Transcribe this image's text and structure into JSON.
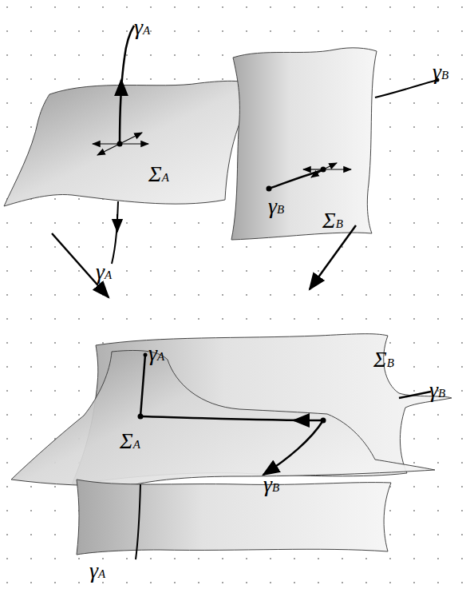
{
  "diagram": {
    "labels": [
      "γA",
      "ΣA",
      "γA",
      "γB",
      "ΣB",
      "γB",
      "γA",
      "ΣB",
      "γB",
      "ΣA",
      "γB",
      "γA"
    ]
  }
}
